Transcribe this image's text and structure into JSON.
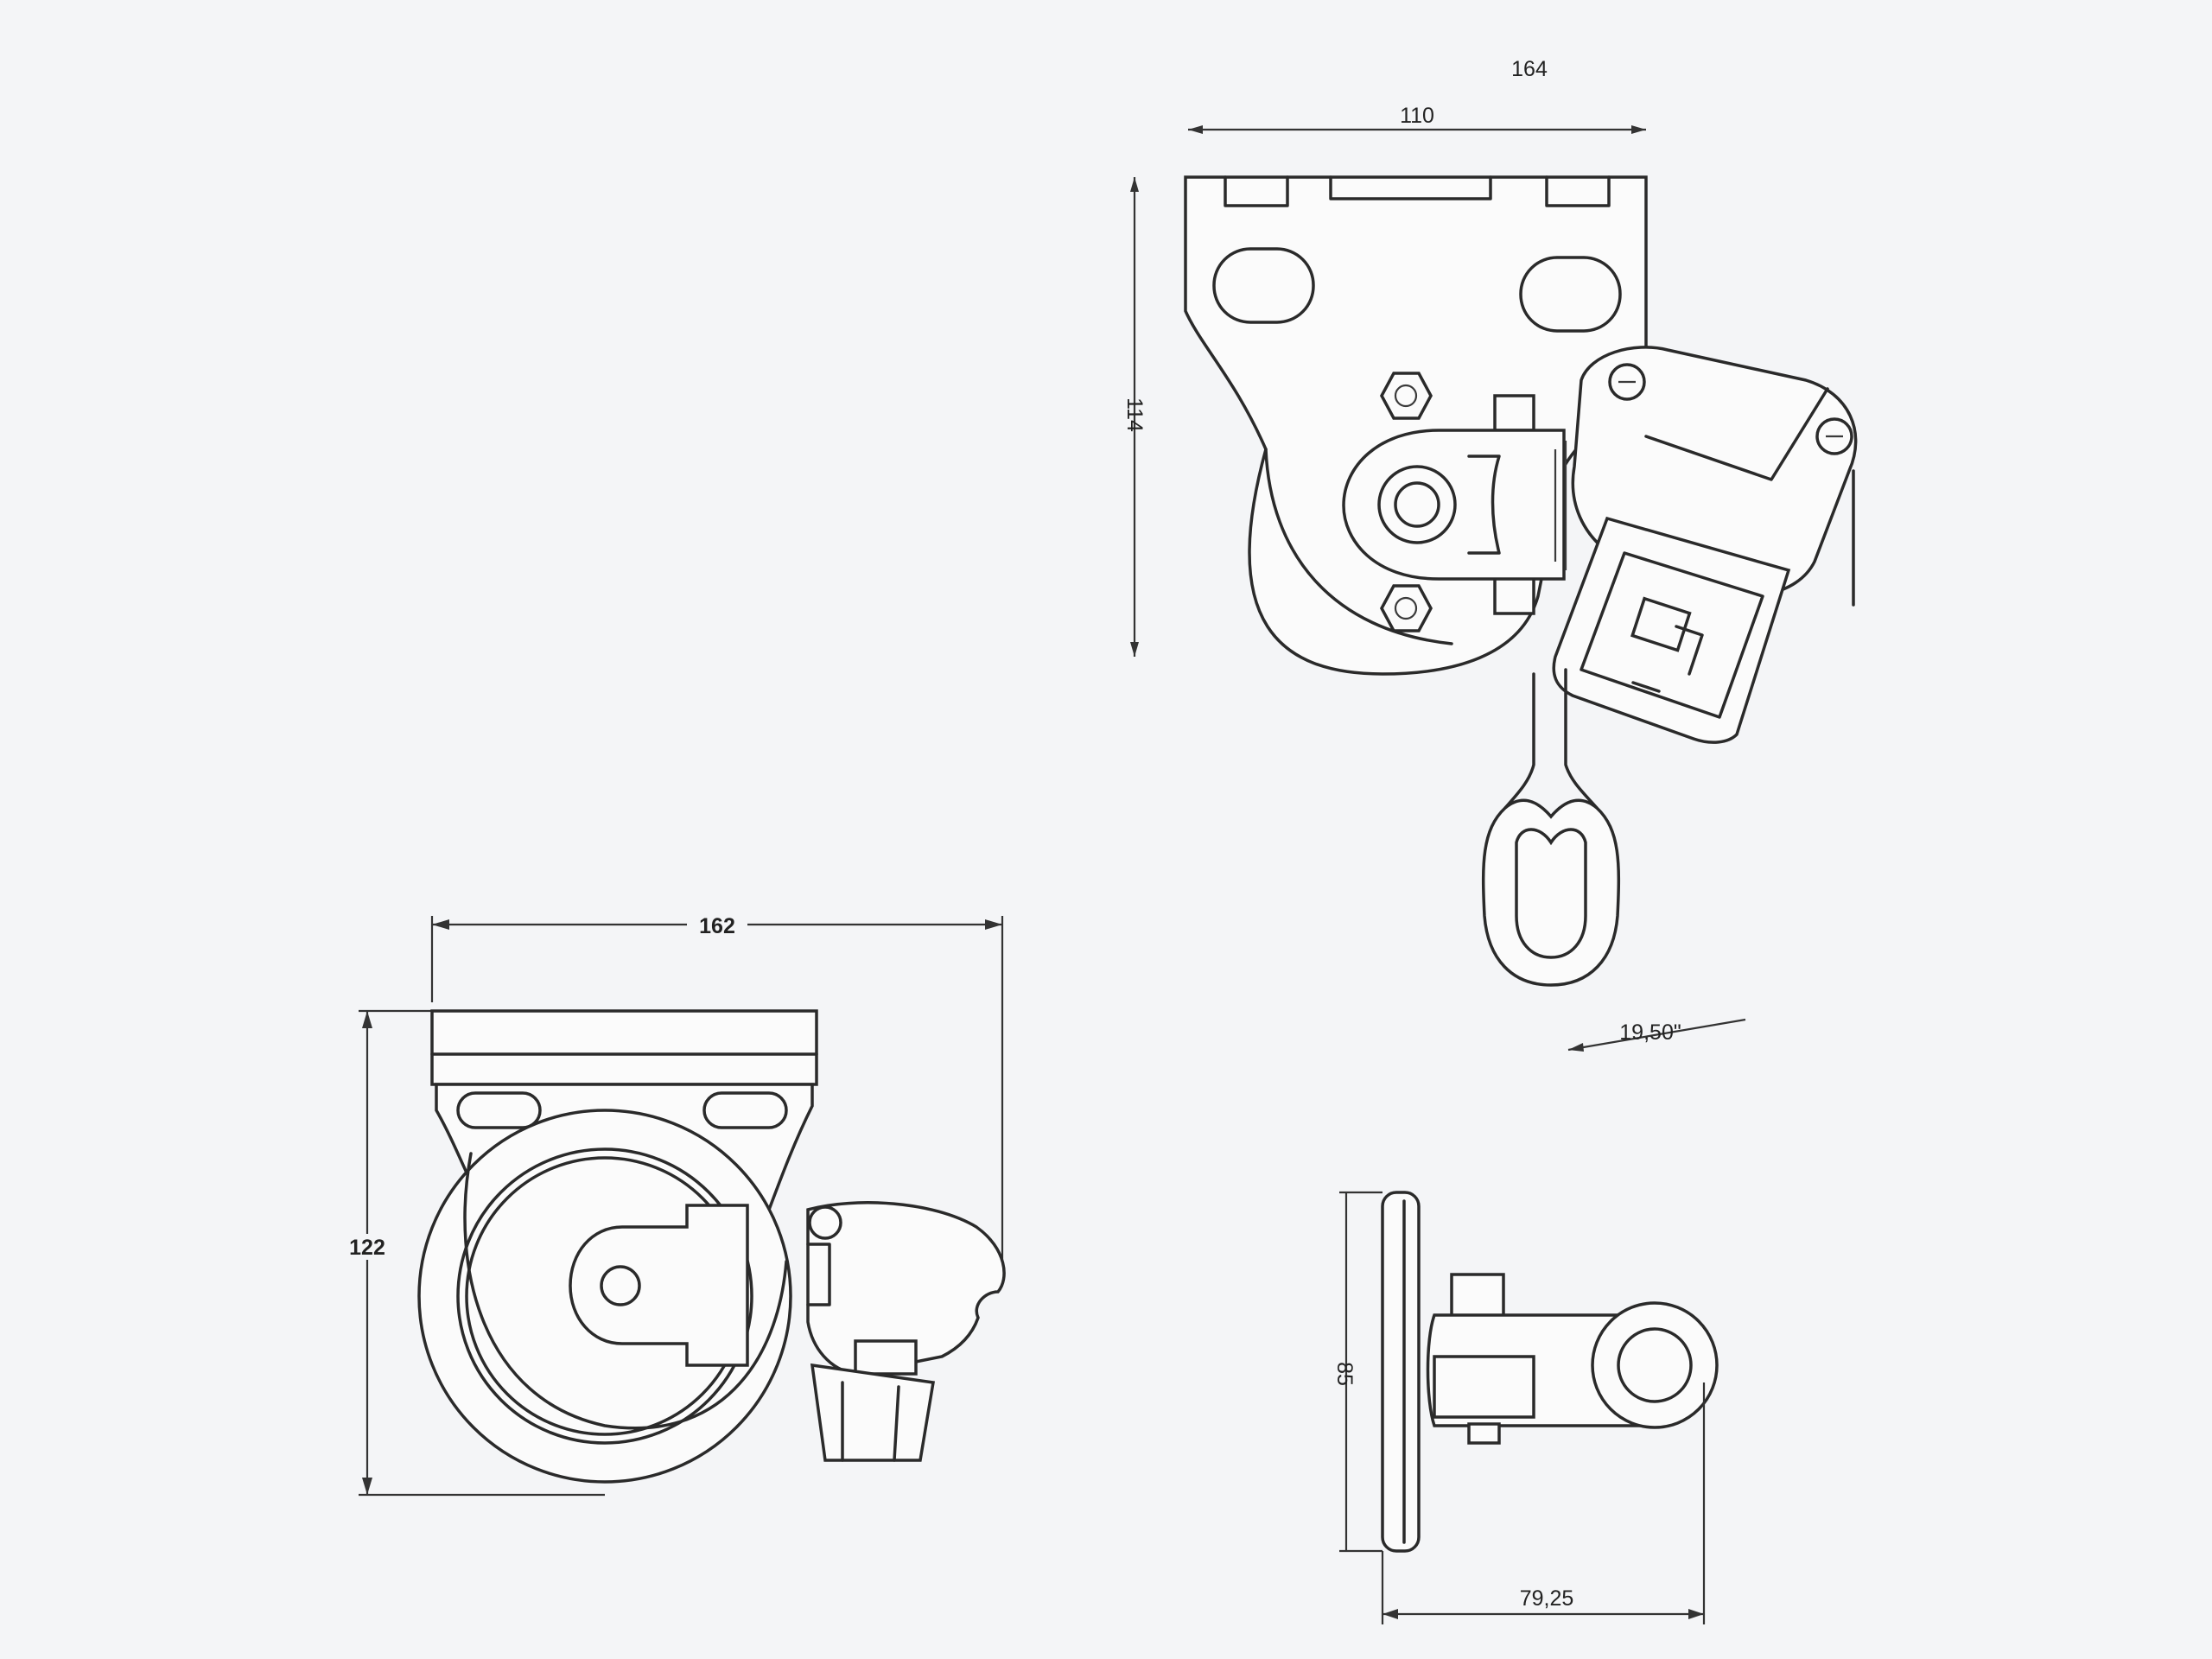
{
  "drawing": {
    "top_view": {
      "dim_overall_width": "164",
      "dim_inner_width": "110",
      "dim_height": "114",
      "dim_hook": "19,50\""
    },
    "front_view": {
      "dim_width": "162",
      "dim_height": "122"
    },
    "side_view": {
      "dim_height": "85",
      "dim_depth": "79,25"
    }
  }
}
